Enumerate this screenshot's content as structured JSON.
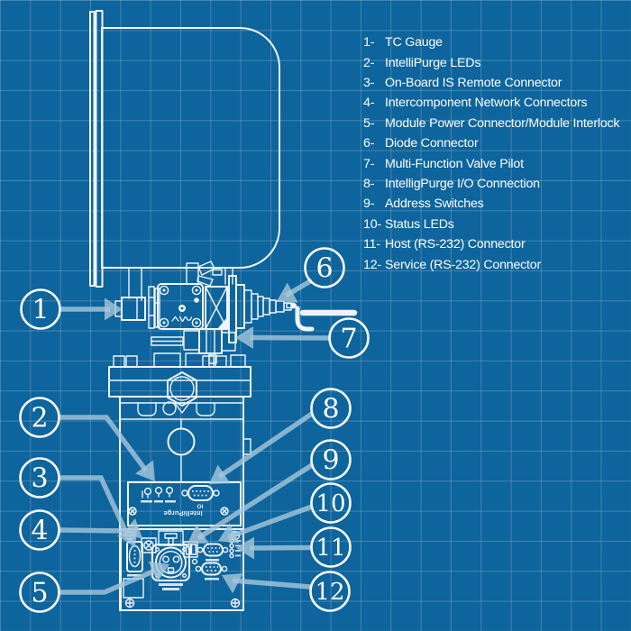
{
  "legend": {
    "items": [
      {
        "num": "1-",
        "label": "TC Gauge"
      },
      {
        "num": "2-",
        "label": "IntelliPurge LEDs"
      },
      {
        "num": "3-",
        "label": "On-Board IS Remote Connector"
      },
      {
        "num": "4-",
        "label": "Intercomponent Network Connectors"
      },
      {
        "num": "5-",
        "label": "Module Power Connector/Module Interlock"
      },
      {
        "num": "6-",
        "label": "Diode Connector"
      },
      {
        "num": "7-",
        "label": "Multi-Function Valve Pilot"
      },
      {
        "num": "8-",
        "label": "IntelligPurge I/O Connection"
      },
      {
        "num": "9-",
        "label": "Address Switches"
      },
      {
        "num": "10-",
        "label": "Status LEDs"
      },
      {
        "num": "11-",
        "label": "Host (RS-232) Connector"
      },
      {
        "num": "12-",
        "label": "Service (RS-232) Connector"
      }
    ]
  },
  "callouts": [
    {
      "num": "1"
    },
    {
      "num": "2"
    },
    {
      "num": "3"
    },
    {
      "num": "4"
    },
    {
      "num": "5"
    },
    {
      "num": "6"
    },
    {
      "num": "7"
    },
    {
      "num": "8"
    },
    {
      "num": "9"
    },
    {
      "num": "10"
    },
    {
      "num": "11"
    },
    {
      "num": "12"
    }
  ],
  "panel_text": {
    "brand": "IntelliPurge",
    "io": "IO"
  },
  "colors": {
    "background": "#0e649c",
    "grid_line": "#5d96bd",
    "line_art": "#eef5fa",
    "leader": "#a6c7db",
    "text": "#ffffff"
  }
}
